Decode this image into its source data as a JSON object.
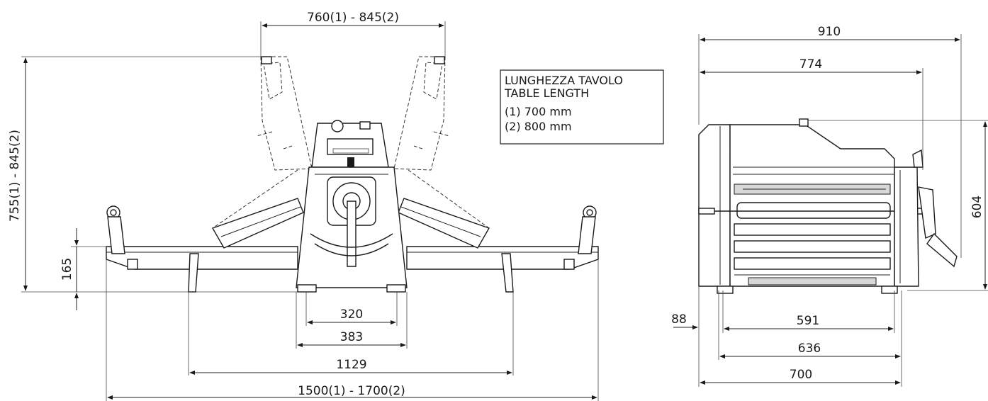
{
  "dimensions": {
    "top_width": "760(1) - 845(2)",
    "height": "755(1) - 845(2)",
    "foot_height": "165",
    "base_inner": "320",
    "base_outer": "383",
    "leg_span": "1129",
    "total_length": "1500(1) - 1700(2)",
    "side_total_width": "910",
    "side_body_width": "774",
    "side_height": "604",
    "side_offset": "88",
    "side_base_1": "591",
    "side_base_2": "636",
    "side_base_3": "700"
  },
  "legend": {
    "line1": "LUNGHEZZA TAVOLO",
    "line2": "TABLE LENGTH",
    "line3": "(1) 700 mm",
    "line4": "(2) 800 mm"
  }
}
